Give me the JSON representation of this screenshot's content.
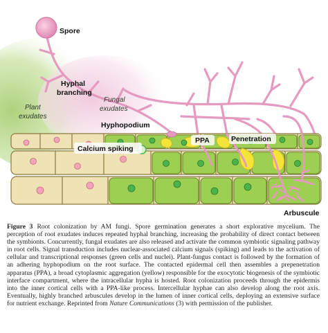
{
  "labels": {
    "spore": "Spore",
    "hyphal_branching_1": "Hyphal",
    "hyphal_branching_2": "branching",
    "fungal_exudates_1": "Fungal",
    "fungal_exudates_2": "exudates",
    "plant_exudates_1": "Plant",
    "plant_exudates_2": "exudates",
    "hyphopodium": "Hyphopodium",
    "calcium_spiking": "Calcium spiking",
    "ppa": "PPA",
    "penetration": "Penetration",
    "arbuscule": "Arbuscule"
  },
  "caption": {
    "figure_number": "Figure 3",
    "text": "Root colonization by AM fungi. Spore germination generates a short explorative mycelium. The perception of root exudates induces repeated hyphal branching, increasing the probability of direct contact between the symbionts. Concurrently, fungal exudates are also released and activate the common symbiotic signaling pathway in root cells. Signal transduction includes nuclear-associated calcium signals (spiking) and leads to the activation of cellular and transcriptional responses (green cells and nuclei). Plant-fungus contact is followed by the formation of an adhering hyphopodium on the root surface. The contacted epidermal cell then assembles a prepenetration apparatus (PPA), a broad cytoplasmic aggregation (yellow) responsible for the exocytotic biogenesis of the symbiotic interface compartment, where the intracellular hypha is hosted. Root colonization proceeds through the epidermis into the inner cortical cells with a PPA-like process. Intercellular hyphae can also develop along the root axis. Eventually, highly branched arbuscules develop in the lumen of inner cortical cells, deploying an extensive surface for nutrient exchange. Reprinted from",
    "source_italic": "Nature Communications",
    "source_rest": " (3) with permission of the publisher."
  },
  "colors": {
    "hypha": "#e59ac0",
    "hypha_dark": "#c96a9a",
    "plant_exudate": "#b9d98d",
    "fungal_exudate": "#f3d6e6",
    "cell_beige": "#efe2b4",
    "cell_green": "#9ccf52",
    "ppa_yellow": "#f4e43a",
    "nucleus_pink": "#f3a5b8",
    "nucleus_green": "#4cb34a"
  }
}
